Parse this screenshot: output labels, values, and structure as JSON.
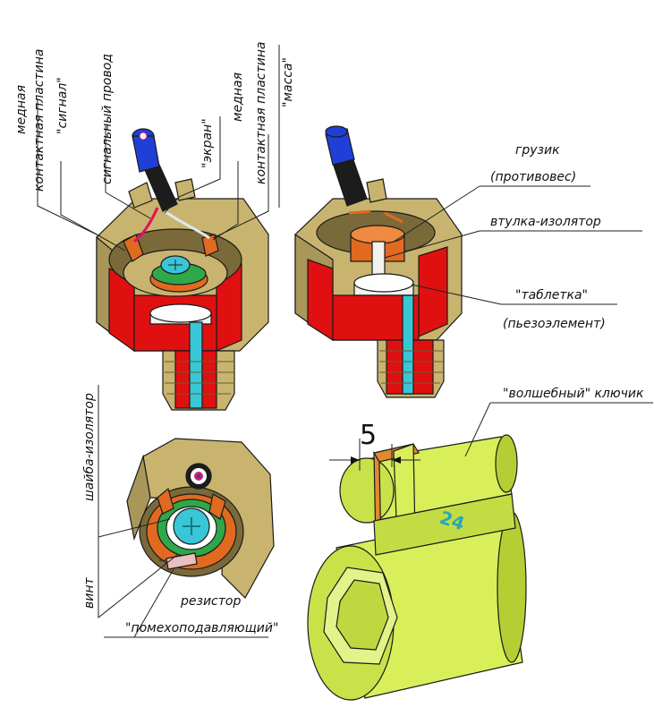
{
  "labels": {
    "copper_plate_signal_1": "медная",
    "copper_plate_signal_2": "контактная пластина",
    "copper_plate_signal_3": "\"сигнал\"",
    "signal_wire": "сигнальный провод",
    "screen": "\"экран\"",
    "copper_plate_mass_1": "медная",
    "copper_plate_mass_2": "контактная пластина",
    "copper_plate_mass_3": "\"масса\"",
    "weight_1": "грузик",
    "weight_2": "(противовес)",
    "bushing_insulator": "втулка-изолятор",
    "tablet_1": "\"таблетка\"",
    "tablet_2": "(пьезоэлемент)",
    "magic_key": "\"волшебный\" ключик",
    "washer_insulator": "шайба-изолятор",
    "screw": "винт",
    "resistor_1": "резистор",
    "resistor_2": "\"помехоподавляющий\"",
    "dimension": "5",
    "key_size": "24"
  },
  "colors": {
    "brass": "#c8b46e",
    "brass_dark": "#8f7f45",
    "section_red": "#e01010",
    "thread_cyan": "#39c6d6",
    "key_green": "#d8ef5a",
    "key_green_dark": "#b4cf34",
    "insulator_white": "#f2f2ee",
    "copper": "#e06a20",
    "cable_black": "#1c1c1c",
    "cable_blue": "#1f3fd6"
  }
}
